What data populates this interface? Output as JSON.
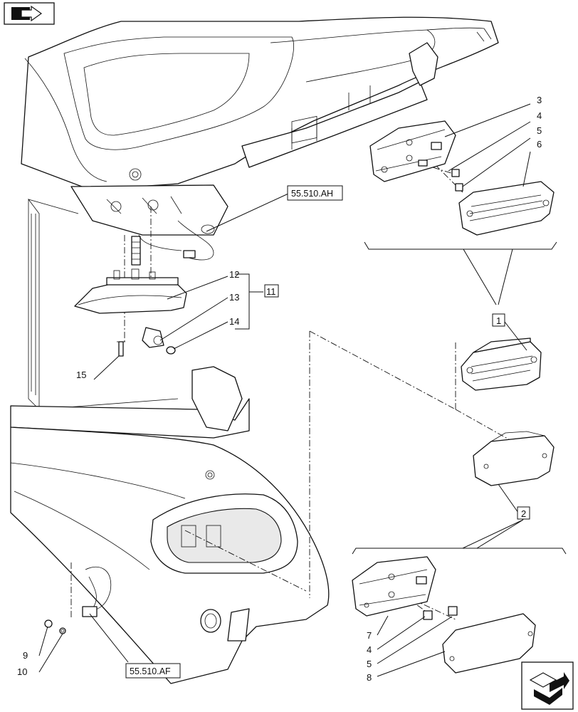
{
  "callouts": {
    "c1": "1",
    "c2": "2",
    "c3": "3",
    "c4a": "4",
    "c5a": "5",
    "c6": "6",
    "c7": "7",
    "c4b": "4",
    "c5b": "5",
    "c8": "8",
    "c9": "9",
    "c10": "10",
    "c11": "11",
    "c12": "12",
    "c13": "13",
    "c14": "14",
    "c15": "15"
  },
  "references": {
    "ref_ah": "55.510.AH",
    "ref_af": "55.510.AF"
  },
  "icons": {
    "top_left": "arrow-into-box-icon",
    "bottom_right": "arrow-out-of-box-icon"
  }
}
